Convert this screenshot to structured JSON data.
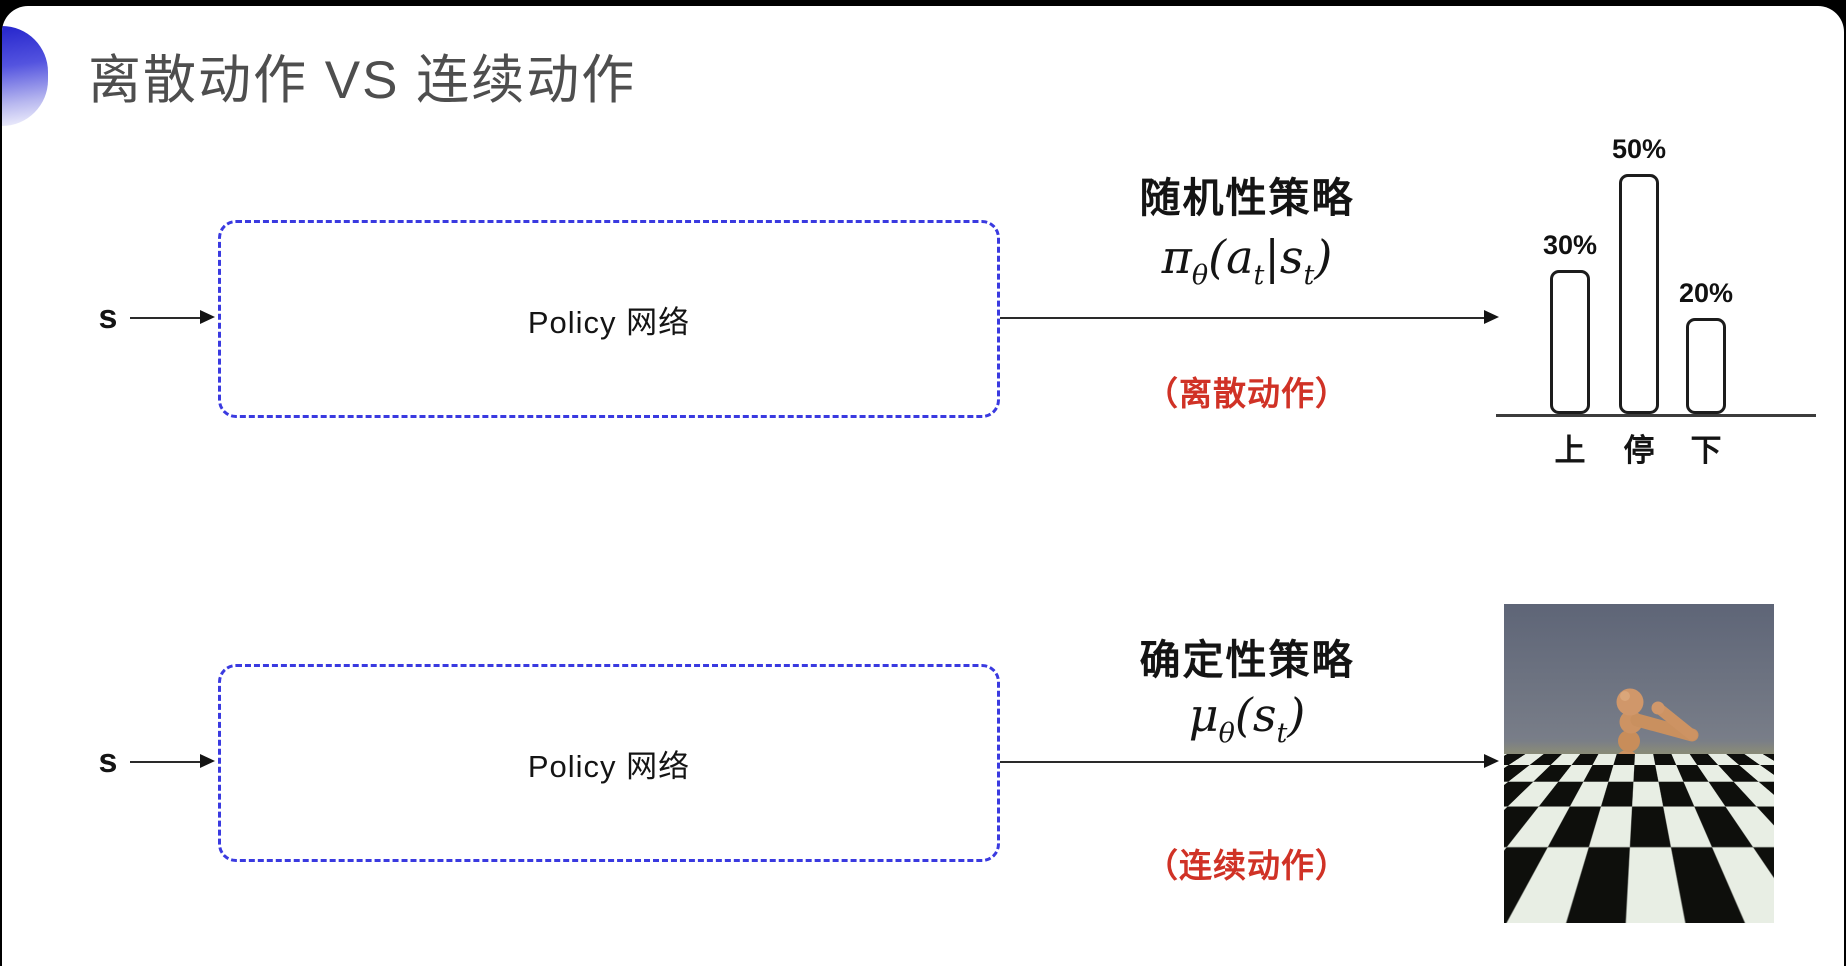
{
  "slide": {
    "title": "离散动作 VS 连续动作"
  },
  "flows": {
    "top": {
      "input_label": "s",
      "box_label": "Policy 网络",
      "policy_type": "随机性策略",
      "formula": {
        "head": "π",
        "head_sub": "θ",
        "open": "(a",
        "sub1": "t",
        "mid": "|s",
        "sub2": "t",
        "close": ")"
      },
      "action_note": "（离散动作）"
    },
    "bottom": {
      "input_label": "s",
      "box_label": "Policy 网络",
      "policy_type": "确定性策略",
      "formula": {
        "head": "μ",
        "head_sub": "θ",
        "open": "(s",
        "sub1": "t",
        "close": ")"
      },
      "action_note": "（连续动作）"
    }
  },
  "chart_data": {
    "type": "bar",
    "categories": [
      "上",
      "停",
      "下"
    ],
    "values": [
      30,
      50,
      20
    ],
    "value_labels": [
      "30%",
      "50%",
      "20%"
    ],
    "title": "",
    "xlabel": "",
    "ylabel": "",
    "ylim": [
      0,
      55
    ],
    "grid": false,
    "legend_position": "none",
    "bar_fill": "#ffffff",
    "bar_border": "#1c1c1c",
    "axis_color": "#3c3c3c"
  },
  "figure": {
    "alt": "MuJoCo humanoid robot running on a black-and-white checkerboard floor"
  },
  "colors": {
    "title_text": "#4e4e4e",
    "body_text": "#141414",
    "box_border": "#3a3ae0",
    "arrow": "#1f1f1f",
    "note_red": "#d03226",
    "bullet_blue": "#2a2ace"
  }
}
